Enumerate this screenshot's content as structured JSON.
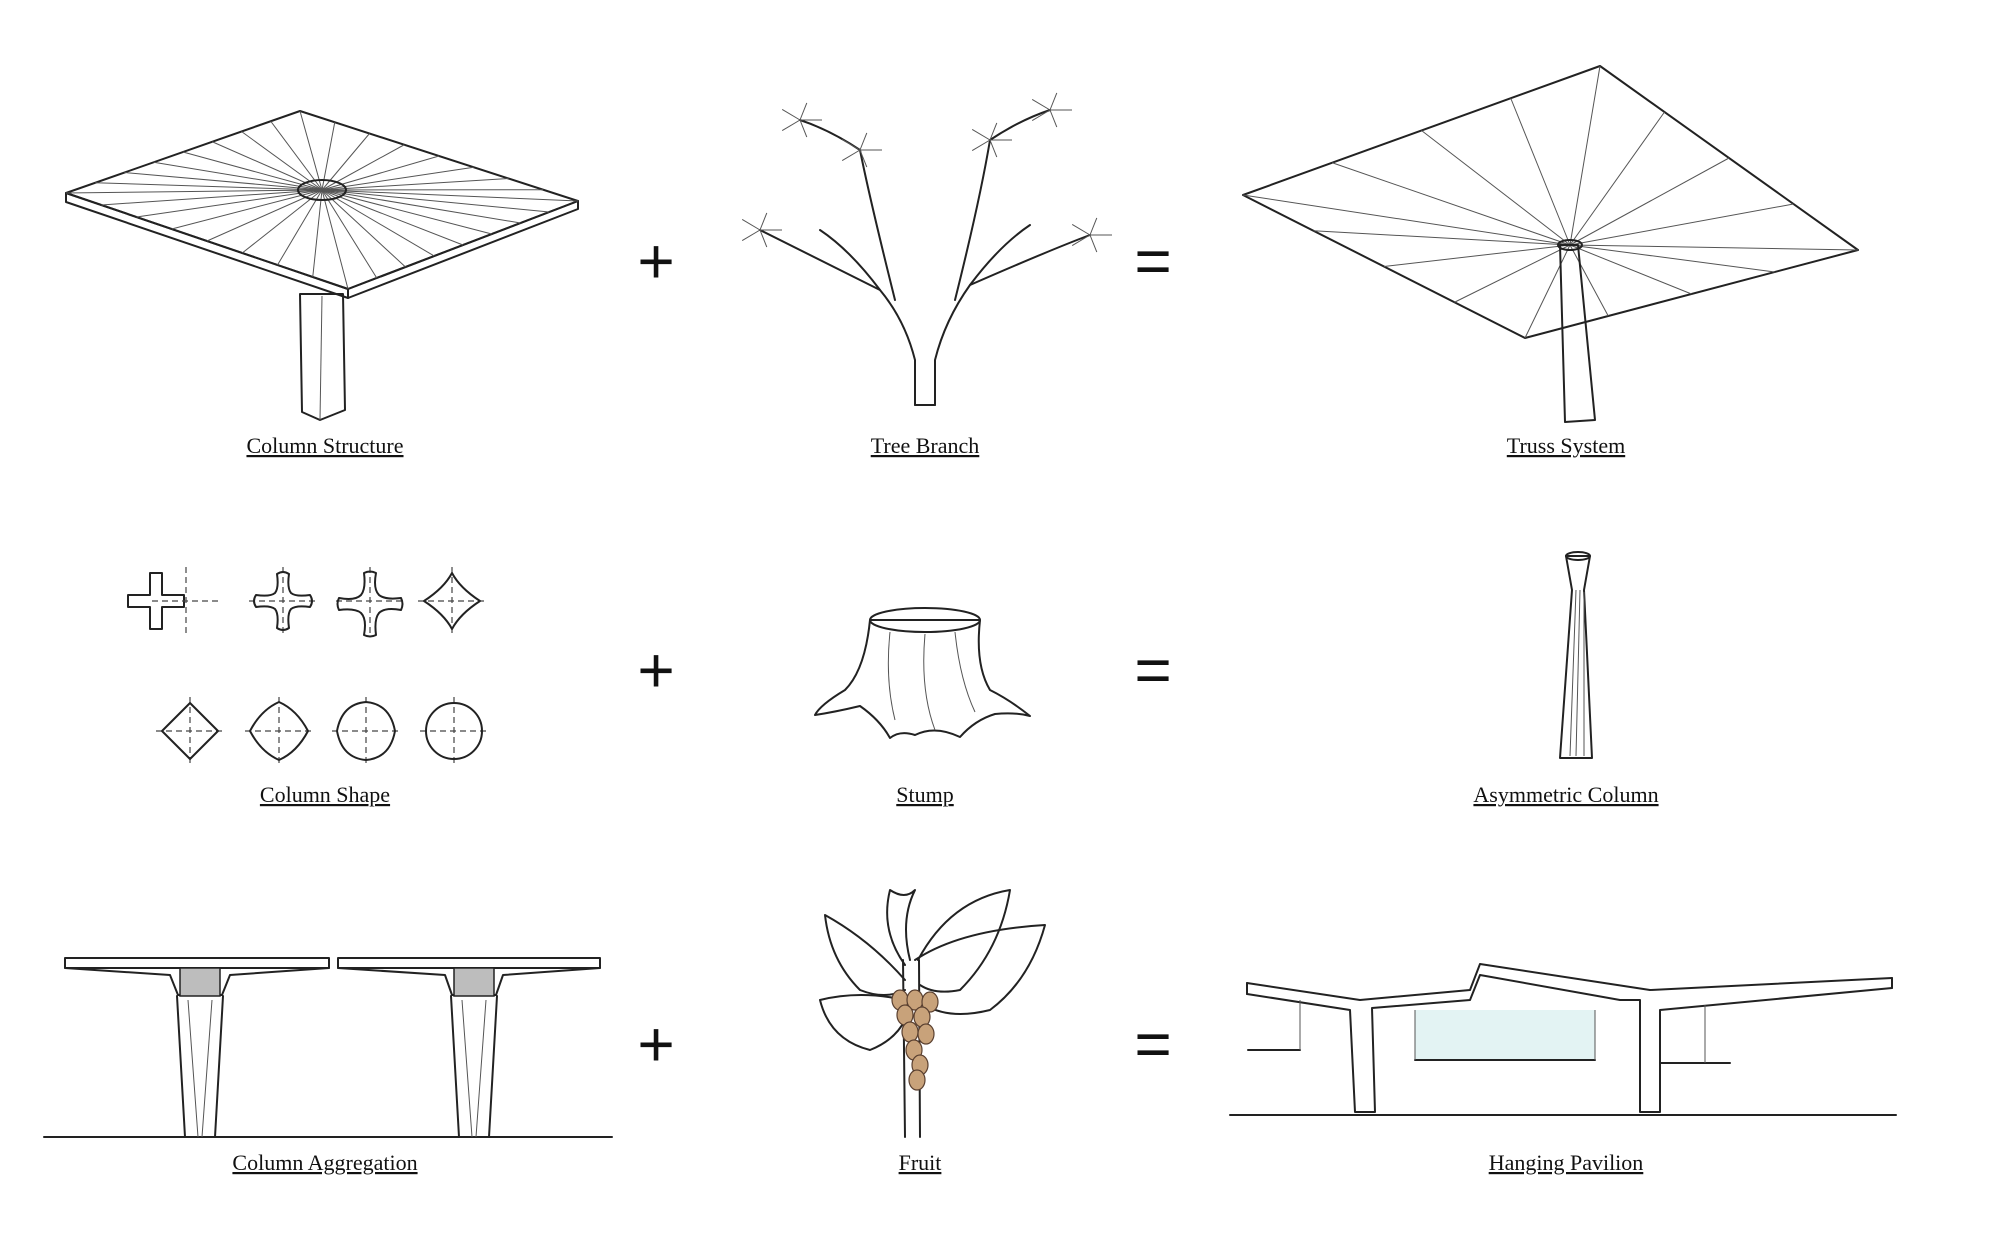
{
  "labels": {
    "column_structure": "Column Structure",
    "tree_branch": "Tree Branch",
    "truss_system": "Truss System",
    "column_shape": "Column Shape",
    "stump": "Stump",
    "asymmetric_column": "Asymmetric Column",
    "column_aggregation": "Column Aggregation",
    "fruit": "Fruit",
    "hanging_pavilion": "Hanging Pavilion"
  },
  "operators": {
    "plus": "+",
    "equals": "="
  },
  "colors": {
    "ink": "#222222",
    "fruit": "#c8a27a",
    "glass": "#e3f3f3",
    "stump_shade": "#cfcfcf"
  }
}
